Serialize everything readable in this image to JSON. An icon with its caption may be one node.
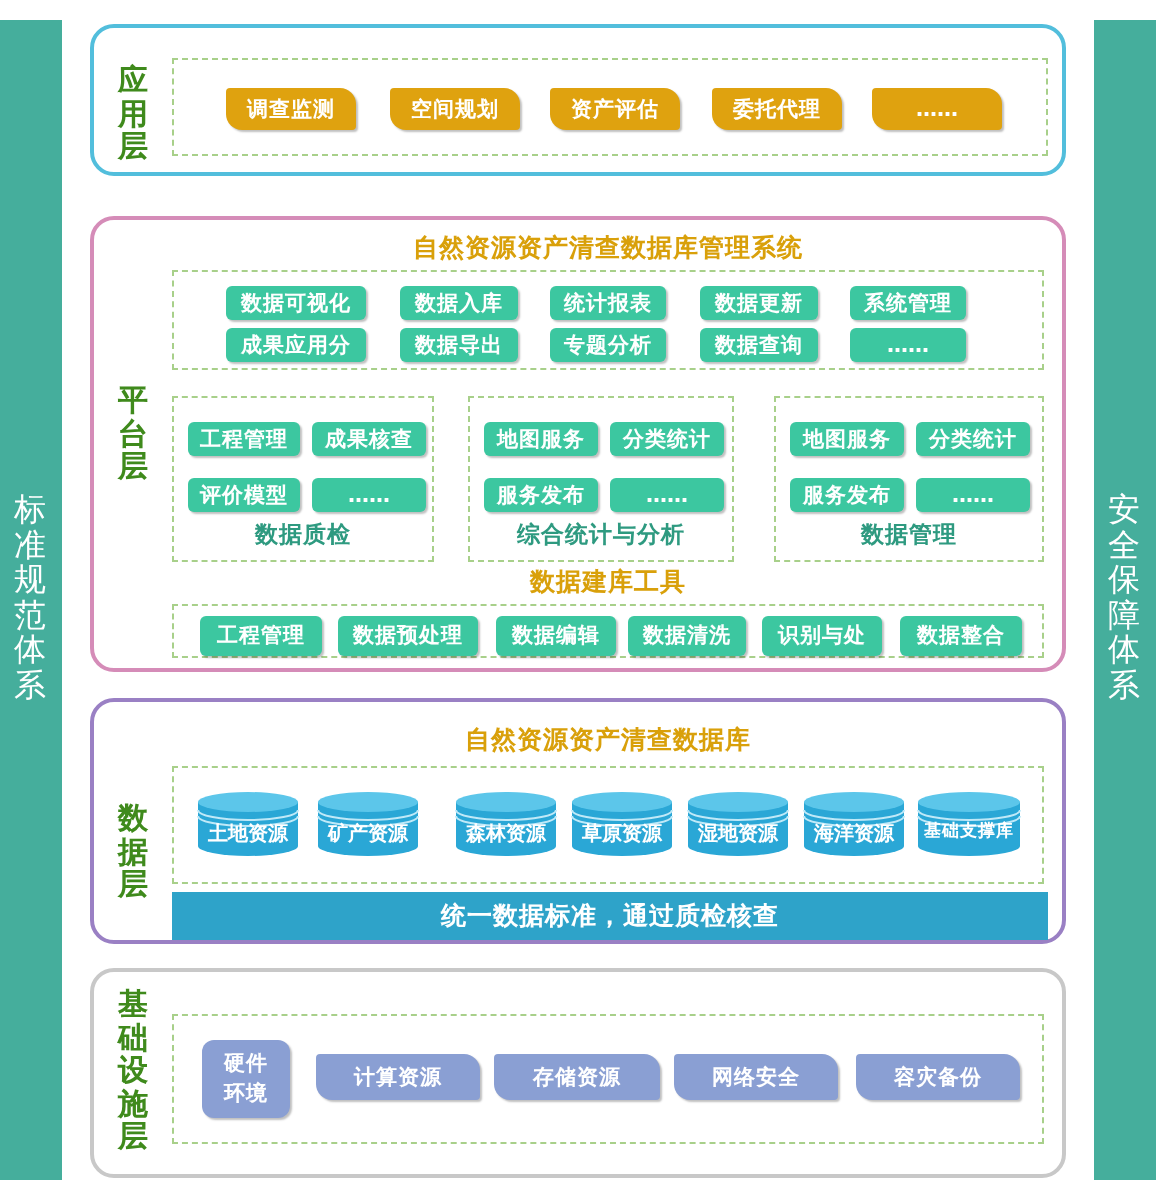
{
  "diagram": {
    "nodes": [
      {
        "text": [
          "标准规范体系"
        ]
      },
      {
        "text": [
          "安全保障体系"
        ]
      },
      {
        "text": [
          "应用层"
        ]
      },
      {
        "text": [],
        "shape": "box",
        "in": 2
      },
      {
        "text": [
          "调查监测"
        ],
        "in": 3
      },
      {
        "text": [
          "空间规划"
        ],
        "in": 3
      },
      {
        "text": [
          "资产评估"
        ],
        "in": 3
      },
      {
        "text": [
          "委托代理"
        ],
        "in": 3
      },
      {
        "text": [
          "……"
        ],
        "in": 3
      },
      {
        "text": [
          "平台层"
        ]
      },
      {
        "text": [
          "自然资源资产清查数据库管理系统"
        ],
        "in": 9
      },
      {
        "text": [
          "数据可视化"
        ],
        "in": 10
      },
      {
        "text": [
          "数据入库"
        ],
        "in": 10
      },
      {
        "text": [
          "统计报表"
        ],
        "in": 10
      },
      {
        "text": [
          "数据更新"
        ],
        "in": 10
      },
      {
        "text": [
          "系统管理"
        ],
        "in": 10
      },
      {
        "text": [
          "成果应用分"
        ],
        "in": 10
      },
      {
        "text": [
          "数据导出"
        ],
        "in": 10
      },
      {
        "text": [
          "专题分析"
        ],
        "in": 10
      },
      {
        "text": [
          "数据查询"
        ],
        "in": 10
      },
      {
        "text": [
          "……"
        ],
        "in": 10
      },
      {
        "text": [
          "数据质检"
        ],
        "in": 9
      },
      {
        "text": [
          "工程管理"
        ],
        "in": 21
      },
      {
        "text": [
          "成果核查"
        ],
        "in": 21
      },
      {
        "text": [
          "评价模型"
        ],
        "in": 21
      },
      {
        "text": [
          "……"
        ],
        "in": 21
      },
      {
        "text": [
          "综合统计与分析"
        ],
        "in": 9
      },
      {
        "text": [
          "地图服务"
        ],
        "in": 26
      },
      {
        "text": [
          "分类统计"
        ],
        "in": 26
      },
      {
        "text": [
          "服务发布"
        ],
        "in": 26
      },
      {
        "text": [
          "……"
        ],
        "in": 26
      },
      {
        "text": [
          "数据管理"
        ],
        "in": 9
      },
      {
        "text": [
          "地图服务"
        ],
        "in": 31
      },
      {
        "text": [
          "分类统计"
        ],
        "in": 31
      },
      {
        "text": [
          "服务发布"
        ],
        "in": 31
      },
      {
        "text": [
          "……"
        ],
        "in": 31
      },
      {
        "text": [
          "数据建库工具"
        ],
        "in": 9
      },
      {
        "text": [
          "工程管理"
        ],
        "in": 36
      },
      {
        "text": [
          "数据预处理"
        ],
        "in": 36
      },
      {
        "text": [
          "数据编辑"
        ],
        "in": 36
      },
      {
        "text": [
          "数据清洗"
        ],
        "in": 36
      },
      {
        "text": [
          "识别与处"
        ],
        "in": 36
      },
      {
        "text": [
          "数据整合"
        ],
        "in": 36
      },
      {
        "text": [
          "数据层"
        ]
      },
      {
        "text": [
          "自然资源资产清查数据库"
        ],
        "in": 43
      },
      {
        "text": [
          "土地资源"
        ],
        "in": 44
      },
      {
        "text": [
          "矿产资源"
        ],
        "in": 44
      },
      {
        "text": [
          "森林资源"
        ],
        "in": 44
      },
      {
        "text": [
          "草原资源"
        ],
        "in": 44
      },
      {
        "text": [
          "湿地资源"
        ],
        "in": 44
      },
      {
        "text": [
          "海洋资源"
        ],
        "in": 44
      },
      {
        "text": [
          "基础支撑库"
        ],
        "in": 44
      },
      {
        "text": [
          "统一数据标准，通过质检核查"
        ],
        "in": 43
      },
      {
        "text": [
          "基础设施层"
        ]
      },
      {
        "text": [],
        "shape": "box",
        "in": 53
      },
      {
        "text": [
          "硬件环境"
        ],
        "in": 54
      },
      {
        "text": [
          "计算资源"
        ],
        "in": 54
      },
      {
        "text": [
          "存储资源"
        ],
        "in": 54
      },
      {
        "text": [
          "网络安全"
        ],
        "in": 54
      },
      {
        "text": [
          "容灾备份"
        ],
        "in": 54
      }
    ]
  }
}
